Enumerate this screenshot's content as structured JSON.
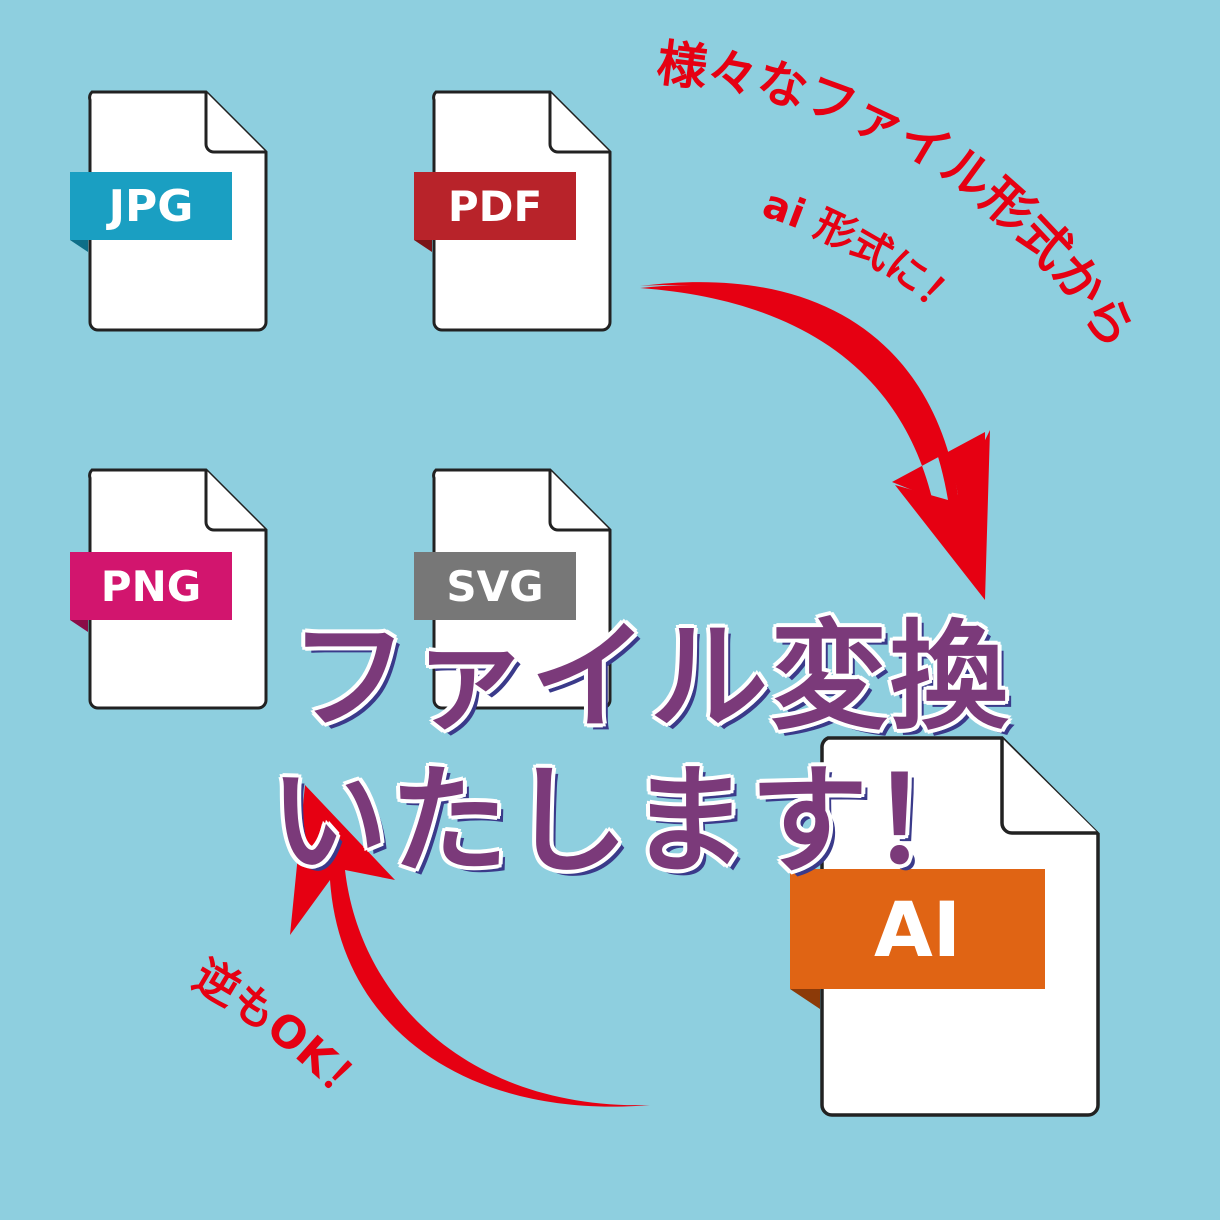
{
  "colors": {
    "background": "#8ecfdf",
    "accent_red": "#e60012",
    "jpg": "#1a9fc2",
    "pdf": "#b8232a",
    "png": "#d2156e",
    "svg": "#777777",
    "ai": "#e06414",
    "headline": "#7b3a7a"
  },
  "files": [
    {
      "label": "JPG",
      "icon": "file-icon"
    },
    {
      "label": "PDF",
      "icon": "file-icon"
    },
    {
      "label": "PNG",
      "icon": "file-icon"
    },
    {
      "label": "SVG",
      "icon": "file-icon"
    },
    {
      "label": "AI",
      "icon": "file-icon"
    }
  ],
  "curved_text": {
    "top_outer": "様々なファイル形式から",
    "top_inner": "ai 形式に！",
    "bottom": "逆もOK！"
  },
  "headline": {
    "line1": "ファイル変換",
    "line2": "いたします！"
  },
  "icons": [
    "curved-arrow-icon"
  ]
}
